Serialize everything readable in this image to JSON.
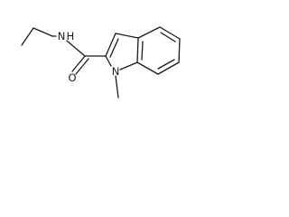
{
  "molecule": {
    "atoms": {
      "amide_n": "N",
      "amide_h": "H",
      "carbonyl_o": "O",
      "ring_n": "N"
    }
  }
}
